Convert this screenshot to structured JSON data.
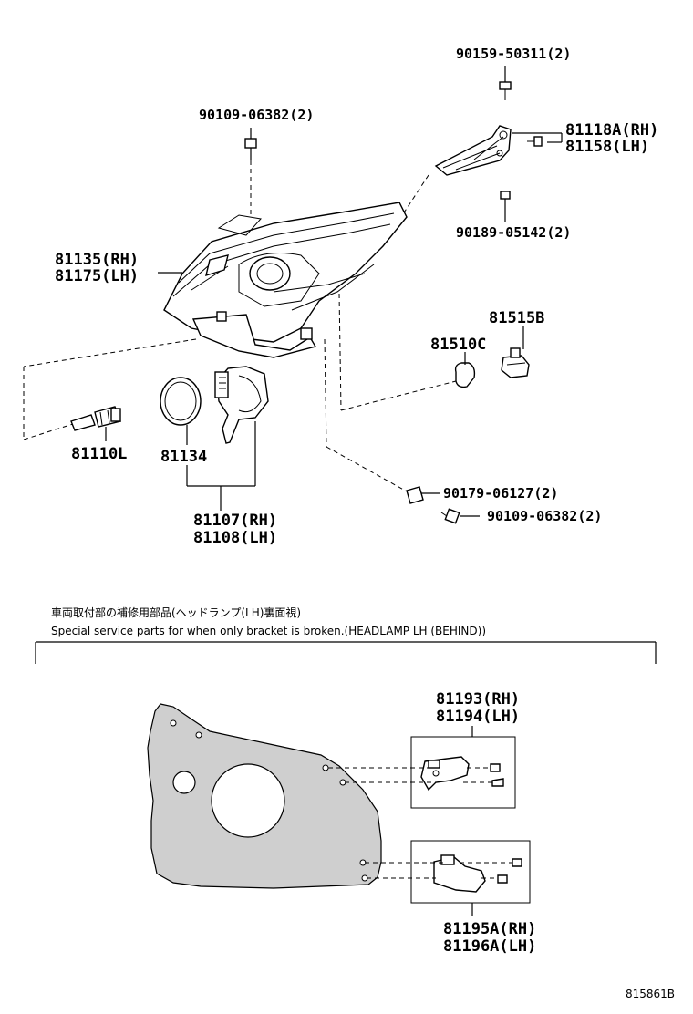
{
  "labels": {
    "bolt_top": "90159-50311(2)",
    "bracket_rh": "81118A(RH)",
    "bracket_lh": "81158(LH)",
    "screw_lamp": "90109-06382(2)",
    "screw_bracket": "90189-05142(2)",
    "lamp_rh": "81135(RH)",
    "lamp_lh": "81175(LH)",
    "socket_81515": "81515B",
    "bulb_81510": "81510C",
    "bulb_81110": "81110L",
    "gasket_81134": "81134",
    "cover_rh": "81107(RH)",
    "cover_lh": "81108(LH)",
    "nut_90179": "90179-06127(2)",
    "screw_90109": "90109-06382(2)",
    "kit_a_rh": "81193(RH)",
    "kit_a_lh": "81194(LH)",
    "kit_b_rh": "81195A(RH)",
    "kit_b_lh": "81196A(LH)"
  },
  "notes": {
    "japanese": "車両取付部の補修用部品(ヘッドランプ(LH)裏面視)",
    "english": "Special service parts for when only bracket is broken.(HEADLAMP LH (BEHIND))"
  },
  "diagram_code": "815861B"
}
